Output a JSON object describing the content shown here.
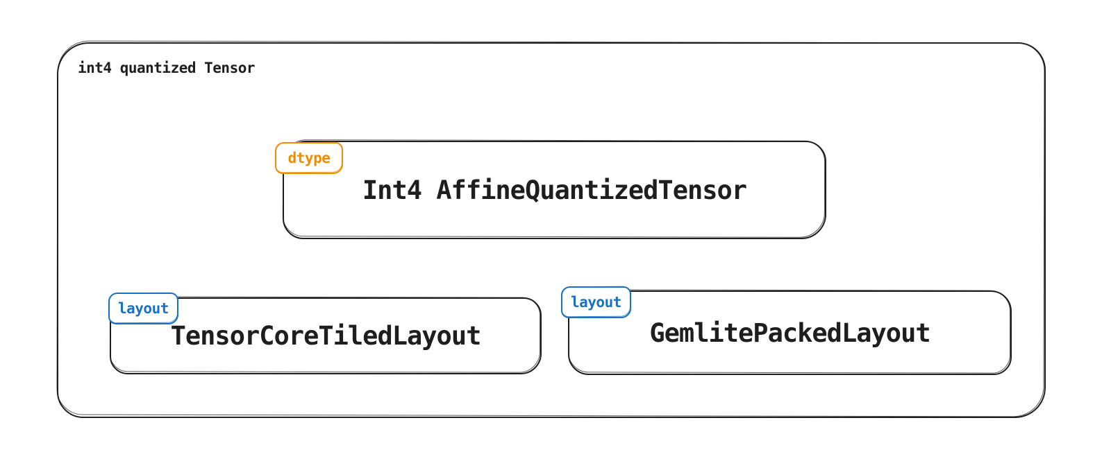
{
  "diagram": {
    "container": {
      "label": "int4 quantized Tensor"
    },
    "dtype_box": {
      "tag": "dtype",
      "label": "Int4 AffineQuantizedTensor"
    },
    "layout_boxes": [
      {
        "tag": "layout",
        "label": "TensorCoreTiledLayout"
      },
      {
        "tag": "layout",
        "label": "GemlitePackedLayout"
      }
    ],
    "colors": {
      "stroke": "#1e1e1e",
      "dtype_tag": "#f08c00",
      "layout_tag": "#1971c2",
      "background": "#ffffff"
    }
  }
}
